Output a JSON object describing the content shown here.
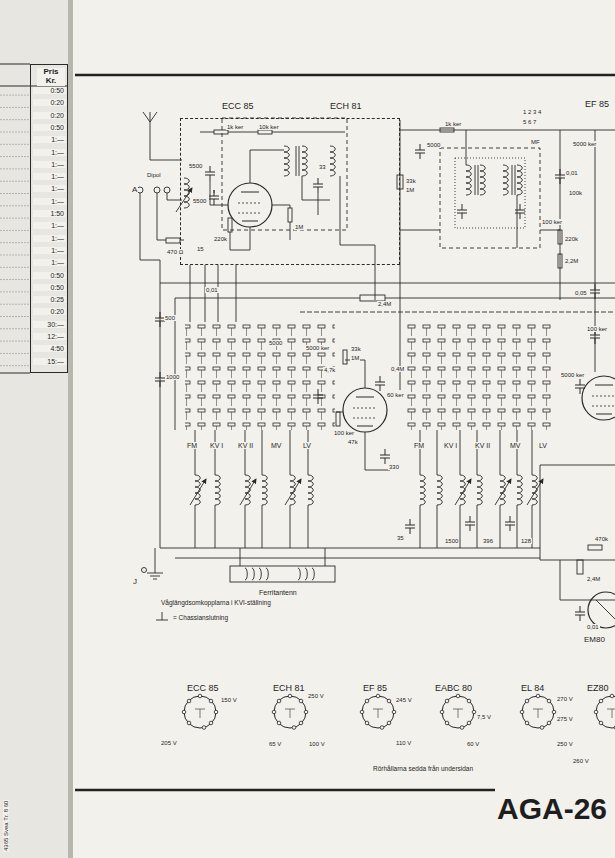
{
  "diagram": {
    "nodes": [
      {
        "text": [
          "Pris Kr."
        ]
      },
      {
        "text": [
          "ECC 85",
          "ECH 81"
        ]
      }
    ],
    "labels": [
      "0:50",
      "0:20",
      "0:20",
      "0:50",
      "1:—",
      "1:—",
      "1:—",
      "1:—",
      "1:—",
      "1:—",
      "1:50",
      "1:—",
      "1:—",
      "1:—",
      "1:—",
      "0:50",
      "0:50",
      "0:25",
      "0:20",
      "30:—",
      "12:—",
      "4:50",
      "15:—",
      "4365 Svea Tr. 8 60",
      "1k ker",
      "10k ker",
      "5500",
      "5500",
      "33",
      "220k",
      "1M",
      "15",
      "470 Ω",
      "A",
      "Dipol",
      "0,01",
      "2,4M",
      "500",
      "1000",
      "5000",
      "5000 ker",
      "33k",
      "1M",
      "4,7k",
      "0,4M",
      "60 ker",
      "100 ker",
      "47k",
      "330",
      "FM",
      "KV I",
      "KV II",
      "MV",
      "LV",
      "FM",
      "KV I",
      "KV II",
      "MV",
      "LV",
      "35",
      "1500",
      "396",
      "128",
      "33k",
      "1M",
      "5000",
      "1k ker",
      "1 2 3 4",
      "5 6 7",
      "MF",
      "5000 ker",
      "0,01",
      "100k",
      "100 ker",
      "220k",
      "2,2M",
      "0,05",
      "100 ker",
      "5000 ker",
      "EF 85",
      "2,4M",
      "470k",
      "0,01",
      "EM80",
      "J",
      "Ferritantenn",
      "Våglängdsomkopplarna i KVI-ställning",
      "= Chassianslutning",
      "ECC 85",
      "ECH 81",
      "EF 85",
      "EABC 80",
      "EL 84",
      "EZ80",
      "150 V",
      "205 V",
      "250 V",
      "65 V",
      "100 V",
      "245 V",
      "110 V",
      "60 V",
      "7,5 V",
      "270 V",
      "275 V",
      "250 V",
      "260 V",
      "Rörhållarna sedda från undersidan",
      "AGA-26"
    ]
  }
}
